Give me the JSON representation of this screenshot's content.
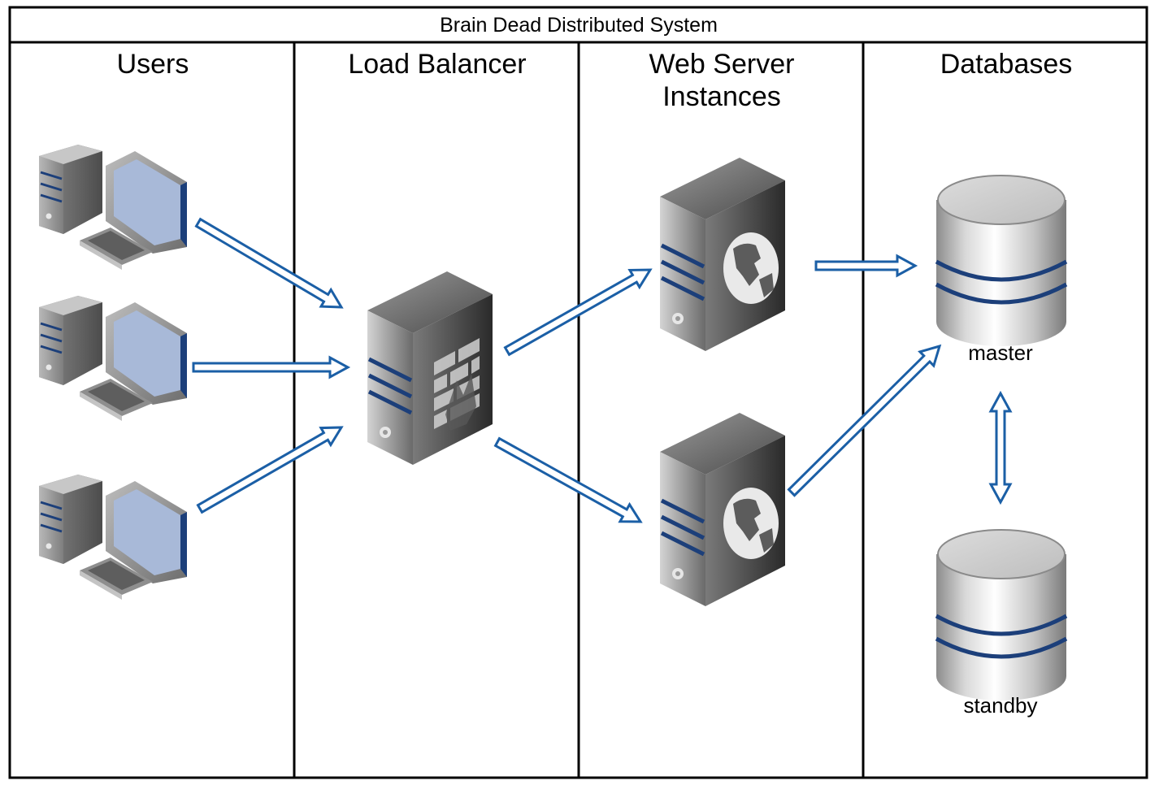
{
  "diagram": {
    "title": "Brain Dead Distributed System",
    "lanes": [
      {
        "label_lines": [
          "Users"
        ]
      },
      {
        "label_lines": [
          "Load Balancer"
        ]
      },
      {
        "label_lines": [
          "Web Server",
          "Instances"
        ]
      },
      {
        "label_lines": [
          "Databases"
        ]
      }
    ],
    "databases": {
      "master_label": "master",
      "standby_label": "standby"
    }
  },
  "colors": {
    "arrow_stroke": "#1b5fa6",
    "stripe": "#1c3f7a",
    "screen": "#a8b9d8",
    "border": "#000000"
  },
  "icons": {
    "user": "desktop-computer-icon",
    "load_balancer": "firewall-server-icon",
    "web_server": "web-server-icon",
    "database": "database-cylinder-icon"
  }
}
